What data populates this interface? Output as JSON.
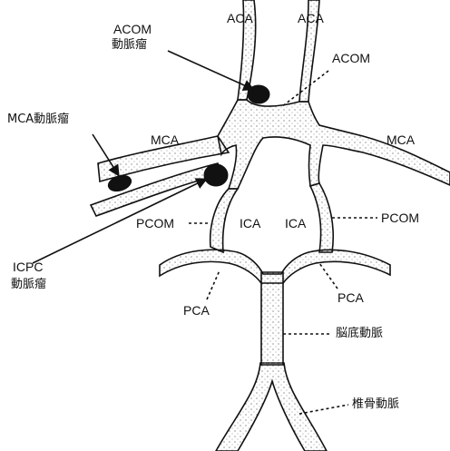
{
  "labels": {
    "aca_left": "ACA",
    "aca_right": "ACA",
    "acom_aneurysm_line1": "ACOM",
    "acom_aneurysm_line2": "動脈瘤",
    "acom": "ACOM",
    "mca_aneurysm": "MCA動脈瘤",
    "mca_left": "MCA",
    "mca_right": "MCA",
    "pcom_left": "PCOM",
    "ica_left": "ICA",
    "ica_right": "ICA",
    "pcom_right": "PCOM",
    "icpc_aneurysm_line1": "ICPC",
    "icpc_aneurysm_line2": "動脈瘤",
    "pca_left": "PCA",
    "pca_right": "PCA",
    "basilar_artery": "脳底動脈",
    "vertebral_artery": "椎骨動脈"
  },
  "colors": {
    "ink": "#111111",
    "vessel_fill": "#ffffff",
    "aneurysm_fill": "#111111"
  }
}
